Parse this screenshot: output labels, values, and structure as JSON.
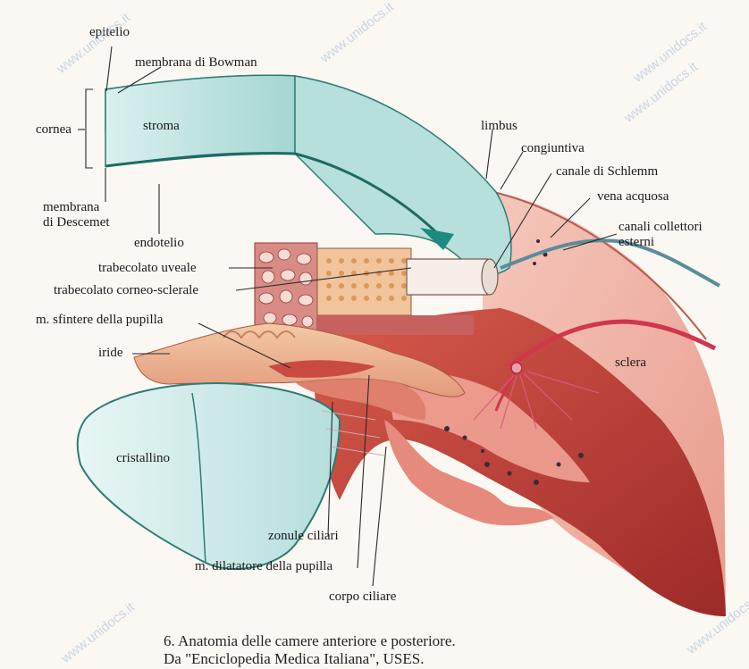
{
  "labels": {
    "epitelio": "epitelio",
    "bowman": "membrana di Bowman",
    "cornea": "cornea",
    "stroma": "stroma",
    "descemet": "membrana\ndi Descemet",
    "endotelio": "endotelio",
    "limbus": "limbus",
    "congiuntiva": "congiuntiva",
    "schlemm": "canale di Schlemm",
    "vena": "vena acquosa",
    "collettori": "canali collettori\nesterni",
    "trab_uveale": "trabecolato uveale",
    "trab_corneo": "trabecolato corneo-sclerale",
    "sfintere": "m. sfintere della pupilla",
    "iride": "iride",
    "sclera": "sclera",
    "cristallino": "cristallino",
    "zonule": "zonule ciliari",
    "dilatatore": "m. dilatatore della pupilla",
    "corpo": "corpo ciliare"
  },
  "caption": {
    "line1": "6. Anatomia delle camere anteriore e posteriore.",
    "line2": "Da \"Enciclopedia Medica Italiana\", USES."
  },
  "watermark": "www.unidocs.it",
  "colors": {
    "cornea": "#bfe3e4",
    "cornea_edge": "#3f8d86",
    "sclera": "#f0b3a6",
    "muscle": "#c4413a",
    "lens": "#d2ecec"
  }
}
